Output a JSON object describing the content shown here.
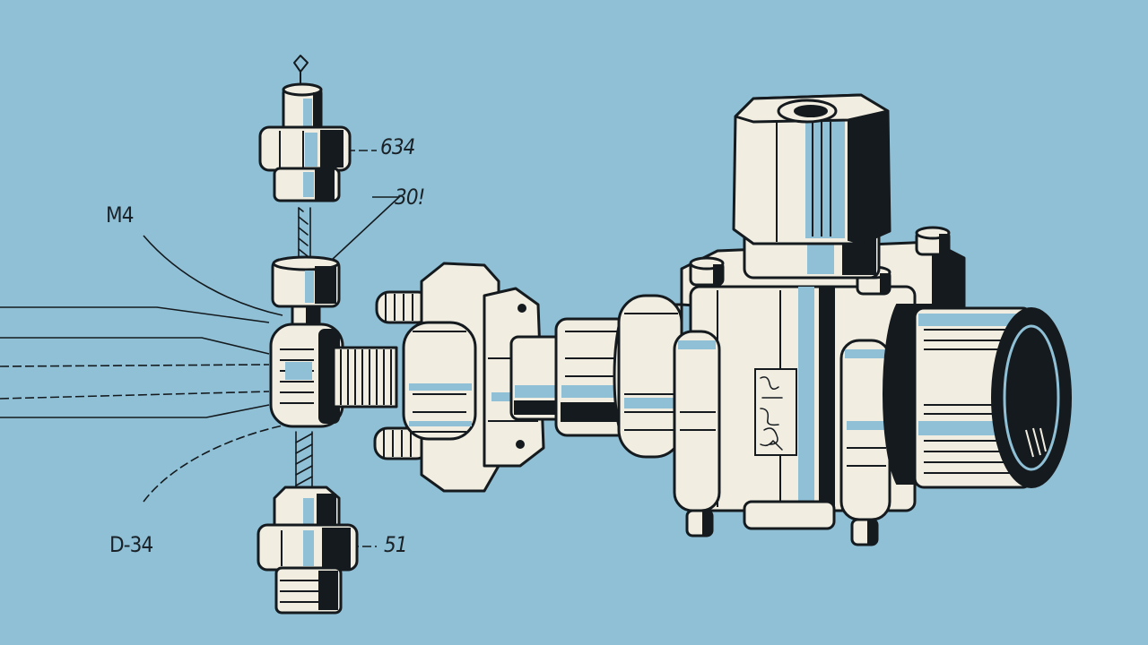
{
  "figure": {
    "subject": "Exploded-view technical illustration of a valve assembly",
    "background_color": "#8fc0d6",
    "part_fill_color": "#f1ede0",
    "ink_color": "#141a1e"
  },
  "labels": {
    "top_fitting": "634",
    "spacer_nut": "30!",
    "left_callout": "M4",
    "bottom_left_callout": "D-34",
    "bottom_fitting": "51"
  },
  "parts": [
    {
      "name": "top-union-fitting"
    },
    {
      "name": "threaded-rod-upper"
    },
    {
      "name": "spacer-nut"
    },
    {
      "name": "side-cap"
    },
    {
      "name": "threaded-shaft"
    },
    {
      "name": "flange-coupling"
    },
    {
      "name": "valve-body"
    },
    {
      "name": "bonnet-hex-nut"
    },
    {
      "name": "outlet-sleeve"
    },
    {
      "name": "threaded-rod-lower"
    },
    {
      "name": "bottom-union-fitting"
    }
  ],
  "valve_plate_marking": "stamped code plate"
}
